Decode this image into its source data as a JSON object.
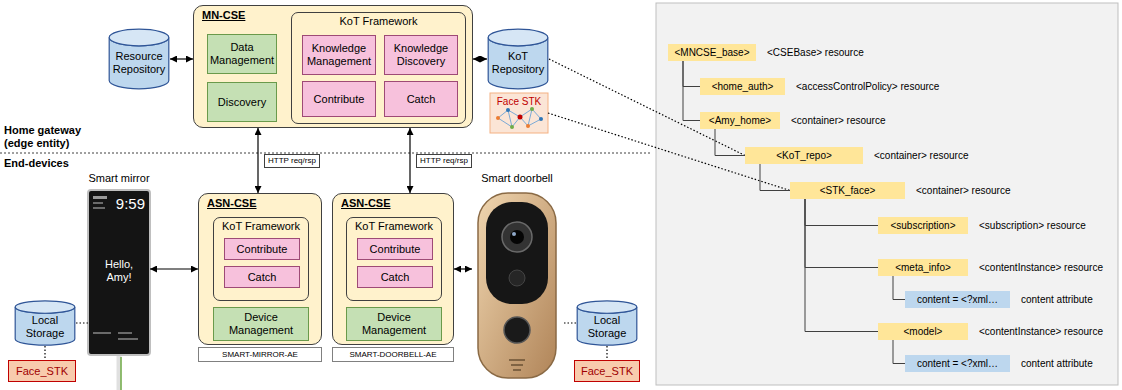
{
  "diagram": {
    "nodes": [
      {
        "text": [
          "MN-CSE"
        ]
      },
      {
        "text": [
          "Data Management"
        ],
        "in": 0
      },
      {
        "text": [
          "Discovery"
        ],
        "in": 0
      },
      {
        "text": [
          "KoT Framework"
        ],
        "in": 0
      },
      {
        "text": [
          "Knowledge Management"
        ],
        "in": 3
      },
      {
        "text": [
          "Knowledge Discovery"
        ],
        "in": 3
      },
      {
        "text": [
          "Contribute"
        ],
        "in": 3
      },
      {
        "text": [
          "Catch"
        ],
        "in": 3
      },
      {
        "text": [
          "Resource Repository"
        ]
      },
      {
        "text": [
          "KoT Repository"
        ]
      },
      {
        "text": [
          "Face STK"
        ]
      },
      {
        "text": [
          "ASN-CSE"
        ]
      },
      {
        "text": [
          "KoT Framework"
        ],
        "in": 11
      },
      {
        "text": [
          "Contribute"
        ],
        "in": 12
      },
      {
        "text": [
          "Catch"
        ],
        "in": 12
      },
      {
        "text": [
          "Device Management"
        ],
        "in": 11
      },
      {
        "text": [
          "SMART-MIRROR-AE"
        ]
      },
      {
        "text": [
          "ASN-CSE"
        ]
      },
      {
        "text": [
          "KoT Framework"
        ],
        "in": 17
      },
      {
        "text": [
          "Contribute"
        ],
        "in": 18
      },
      {
        "text": [
          "Catch"
        ],
        "in": 18
      },
      {
        "text": [
          "Device Management"
        ],
        "in": 17
      },
      {
        "text": [
          "SMART-DOORBELL-AE"
        ]
      },
      {
        "text": [
          "Smart mirror",
          "9:59",
          "Hello, Amy!"
        ]
      },
      {
        "text": [
          "Smart doorbell"
        ]
      },
      {
        "text": [
          "Local Storage"
        ]
      },
      {
        "text": [
          "Face_STK"
        ]
      },
      {
        "text": [
          "Local Storage"
        ]
      },
      {
        "text": [
          "Face_STK"
        ]
      },
      {
        "text": [
          "<MNCSE_base>"
        ]
      },
      {
        "text": [
          "<home_auth>"
        ]
      },
      {
        "text": [
          "<Amy_home>"
        ]
      },
      {
        "text": [
          "<KoT_repo>"
        ]
      },
      {
        "text": [
          "<STK_face>"
        ]
      },
      {
        "text": [
          "<subscription>"
        ]
      },
      {
        "text": [
          "<meta_info>"
        ]
      },
      {
        "text": [
          "content = <?xml…"
        ]
      },
      {
        "text": [
          "<model>"
        ]
      },
      {
        "text": [
          "content = <?xml…"
        ]
      }
    ],
    "edges": [
      {
        "from": 8,
        "to": 0,
        "arrow": "both"
      },
      {
        "from": 0,
        "to": 9,
        "arrow": "both"
      },
      {
        "from": 0,
        "to": 11,
        "label": "HTTP req/rsp",
        "arrow": "both"
      },
      {
        "from": 0,
        "to": 17,
        "label": "HTTP req/rsp",
        "arrow": "both"
      },
      {
        "from": 23,
        "to": 11,
        "arrow": "both"
      },
      {
        "from": 17,
        "to": 24,
        "arrow": "both"
      },
      {
        "from": 25,
        "to": 26,
        "arrow": "none"
      },
      {
        "from": 25,
        "to": 23,
        "arrow": "none"
      },
      {
        "from": 27,
        "to": 28,
        "arrow": "none"
      },
      {
        "from": 27,
        "to": 24,
        "arrow": "none"
      },
      {
        "from": 9,
        "to": 32,
        "arrow": "none"
      },
      {
        "from": 10,
        "to": 33,
        "arrow": "none"
      },
      {
        "from": 29,
        "to": 30,
        "arrow": "none"
      },
      {
        "from": 29,
        "to": 31,
        "arrow": "none"
      },
      {
        "from": 31,
        "to": 32,
        "arrow": "none"
      },
      {
        "from": 32,
        "to": 33,
        "arrow": "none"
      },
      {
        "from": 33,
        "to": 34,
        "arrow": "none"
      },
      {
        "from": 33,
        "to": 35,
        "arrow": "none"
      },
      {
        "from": 33,
        "to": 37,
        "arrow": "none"
      },
      {
        "from": 35,
        "to": 36,
        "arrow": "none"
      },
      {
        "from": 37,
        "to": 38,
        "arrow": "none"
      }
    ],
    "labels": [
      "Home gateway (edge entity)",
      "End-devices",
      "<CSEBase> resource",
      "<accessControlPolicy> resource",
      "<container> resource",
      "<container> resource",
      "<container> resource",
      "<subscription> resource",
      "<contentInstance> resource",
      "content attribute",
      "<contentInstance> resource",
      "content attribute"
    ]
  }
}
